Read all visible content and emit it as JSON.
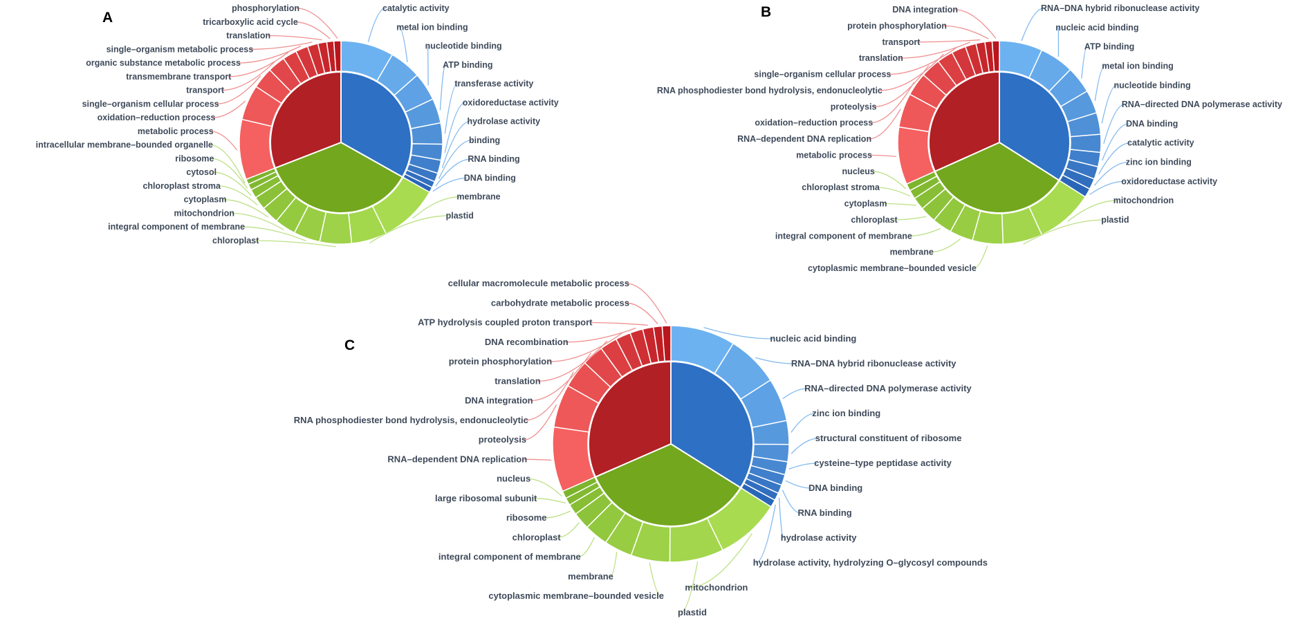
{
  "style": {
    "background": "#ffffff",
    "label_color": "#3f4a5a",
    "panel_letter_color": "#000000"
  },
  "chart_data": [
    {
      "type": "sunburst",
      "panel": "A",
      "value_unit": "relative angular size (degrees, estimated from figure)",
      "legend_position": "labels around chart with leader lines",
      "groups": [
        {
          "color_name": "blue",
          "inner_color": "#2e70c4",
          "outer_color_light": "#6db2f0",
          "outer_color_dark": "#2a66b8",
          "leader_color": "#83b9ef",
          "slices": [
            {
              "label": "catalytic activity",
              "value": 30
            },
            {
              "label": "metal ion binding",
              "value": 18
            },
            {
              "label": "nucleotide binding",
              "value": 16
            },
            {
              "label": "ATP binding",
              "value": 14
            },
            {
              "label": "transferase activity",
              "value": 12
            },
            {
              "label": "oxidoreductase activity",
              "value": 9
            },
            {
              "label": "hydrolase activity",
              "value": 7.5
            },
            {
              "label": "binding",
              "value": 5
            },
            {
              "label": "RNA binding",
              "value": 3.5
            },
            {
              "label": "DNA binding",
              "value": 3
            }
          ]
        },
        {
          "color_name": "green",
          "inner_color": "#73a71e",
          "outer_color_light": "#a8db50",
          "outer_color_dark": "#7cb42c",
          "leader_color": "#bce085",
          "slices": [
            {
              "label": "membrane",
              "value": 34
            },
            {
              "label": "plastid",
              "value": 20
            },
            {
              "label": "chloroplast",
              "value": 18
            },
            {
              "label": "integral component of membrane",
              "value": 15
            },
            {
              "label": "mitochondrion",
              "value": 12
            },
            {
              "label": "cytoplasm",
              "value": 10
            },
            {
              "label": "chloroplast stroma",
              "value": 7.5
            },
            {
              "label": "cytosol",
              "value": 5
            },
            {
              "label": "ribosome",
              "value": 3.5
            },
            {
              "label": "intracellular membrane–bounded organelle",
              "value": 3
            }
          ]
        },
        {
          "color_name": "red",
          "inner_color": "#b02025",
          "outer_color_light": "#f56060",
          "outer_color_dark": "#ba161d",
          "leader_color": "#ef8f8f",
          "slices": [
            {
              "label": "metabolic process",
              "value": 34
            },
            {
              "label": "oxidation–reduction process",
              "value": 20
            },
            {
              "label": "single–organism cellular process",
              "value": 12
            },
            {
              "label": "transport",
              "value": 10
            },
            {
              "label": "transmembrane transport",
              "value": 8
            },
            {
              "label": "organic substance metabolic process",
              "value": 7
            },
            {
              "label": "single–organism metabolic process",
              "value": 6
            },
            {
              "label": "translation",
              "value": 5
            },
            {
              "label": "tricarboxylic acid cycle",
              "value": 4
            },
            {
              "label": "phosphorylation",
              "value": 4
            }
          ]
        }
      ]
    },
    {
      "type": "sunburst",
      "panel": "B",
      "value_unit": "relative angular size (degrees, estimated from figure)",
      "legend_position": "labels around chart with leader lines",
      "groups": [
        {
          "color_name": "blue",
          "inner_color": "#2e70c4",
          "outer_color_light": "#6db2f0",
          "outer_color_dark": "#2a66b8",
          "leader_color": "#83b9ef",
          "slices": [
            {
              "label": "RNA–DNA hybrid ribonuclease activity",
              "value": 24
            },
            {
              "label": "nucleic acid binding",
              "value": 19
            },
            {
              "label": "ATP binding",
              "value": 15
            },
            {
              "label": "metal ion binding",
              "value": 13
            },
            {
              "label": "nucleotide binding",
              "value": 12
            },
            {
              "label": "RNA–directed DNA polymerase activity",
              "value": 10
            },
            {
              "label": "DNA binding",
              "value": 8
            },
            {
              "label": "catalytic activity",
              "value": 7
            },
            {
              "label": "zinc ion binding",
              "value": 6
            },
            {
              "label": "oxidoreductase activity",
              "value": 5
            }
          ]
        },
        {
          "color_name": "green",
          "inner_color": "#73a71e",
          "outer_color_light": "#a8db50",
          "outer_color_dark": "#7cb42c",
          "leader_color": "#bce085",
          "slices": [
            {
              "label": "mitochondrion",
              "value": 32
            },
            {
              "label": "plastid",
              "value": 22
            },
            {
              "label": "cytoplasmic membrane–bounded vesicle",
              "value": 17
            },
            {
              "label": "membrane",
              "value": 13
            },
            {
              "label": "integral component of membrane",
              "value": 11
            },
            {
              "label": "chloroplast",
              "value": 9
            },
            {
              "label": "cytoplasm",
              "value": 7
            },
            {
              "label": "chloroplast stroma",
              "value": 5
            },
            {
              "label": "nucleus",
              "value": 4
            }
          ]
        },
        {
          "color_name": "red",
          "inner_color": "#b02025",
          "outer_color_light": "#f56060",
          "outer_color_dark": "#ba161d",
          "leader_color": "#ef8f8f",
          "slices": [
            {
              "label": "metabolic process",
              "value": 32
            },
            {
              "label": "RNA–dependent DNA replication",
              "value": 19
            },
            {
              "label": "oxidation–reduction process",
              "value": 13
            },
            {
              "label": "proteolysis",
              "value": 11
            },
            {
              "label": "RNA phosphodiester bond hydrolysis, endonucleolytic",
              "value": 9
            },
            {
              "label": "single–organism cellular process",
              "value": 8
            },
            {
              "label": "translation",
              "value": 6
            },
            {
              "label": "transport",
              "value": 5
            },
            {
              "label": "protein phosphorylation",
              "value": 4
            },
            {
              "label": "DNA integration",
              "value": 4
            }
          ]
        }
      ]
    },
    {
      "type": "sunburst",
      "panel": "C",
      "value_unit": "relative angular size (degrees, estimated from figure)",
      "legend_position": "labels around chart with leader lines",
      "groups": [
        {
          "color_name": "blue",
          "inner_color": "#2e70c4",
          "outer_color_light": "#6db2f0",
          "outer_color_dark": "#2a66b8",
          "leader_color": "#83b9ef",
          "slices": [
            {
              "label": "nucleic acid binding",
              "value": 30
            },
            {
              "label": "RNA–DNA hybrid ribonuclease activity",
              "value": 24
            },
            {
              "label": "RNA–directed DNA polymerase activity",
              "value": 20
            },
            {
              "label": "zinc ion binding",
              "value": 11
            },
            {
              "label": "structural constituent of ribosome",
              "value": 8
            },
            {
              "label": "cysteine–type peptidase activity",
              "value": 6
            },
            {
              "label": "DNA binding",
              "value": 5
            },
            {
              "label": "RNA binding",
              "value": 4
            },
            {
              "label": "hydrolase activity",
              "value": 3.5
            },
            {
              "label": "hydrolase activity, hydrolyzing O–glycosyl compounds",
              "value": 3.5
            }
          ]
        },
        {
          "color_name": "green",
          "inner_color": "#73a71e",
          "outer_color_light": "#a8db50",
          "outer_color_dark": "#7cb42c",
          "leader_color": "#bce085",
          "slices": [
            {
              "label": "mitochondrion",
              "value": 30
            },
            {
              "label": "plastid",
              "value": 25
            },
            {
              "label": "cytoplasmic membrane–bounded vesicle",
              "value": 18
            },
            {
              "label": "membrane",
              "value": 13
            },
            {
              "label": "integral component of membrane",
              "value": 11
            },
            {
              "label": "chloroplast",
              "value": 8
            },
            {
              "label": "ribosome",
              "value": 5
            },
            {
              "label": "large ribosomal subunit",
              "value": 3.5
            },
            {
              "label": "nucleus",
              "value": 3.5
            }
          ]
        },
        {
          "color_name": "red",
          "inner_color": "#b02025",
          "outer_color_light": "#f56060",
          "outer_color_dark": "#ba161d",
          "leader_color": "#ef8f8f",
          "slices": [
            {
              "label": "RNA–dependent DNA replication",
              "value": 30
            },
            {
              "label": "proteolysis",
              "value": 20
            },
            {
              "label": "RNA phosphodiester bond hydrolysis, endonucleolytic",
              "value": 13
            },
            {
              "label": "DNA integration",
              "value": 10
            },
            {
              "label": "translation",
              "value": 8
            },
            {
              "label": "protein phosphorylation",
              "value": 7
            },
            {
              "label": "DNA recombination",
              "value": 6
            },
            {
              "label": "ATP hydrolysis coupled proton transport",
              "value": 5
            },
            {
              "label": "carbohydrate metabolic process",
              "value": 4
            },
            {
              "label": "cellular macromolecule metabolic process",
              "value": 4
            }
          ]
        }
      ]
    }
  ]
}
